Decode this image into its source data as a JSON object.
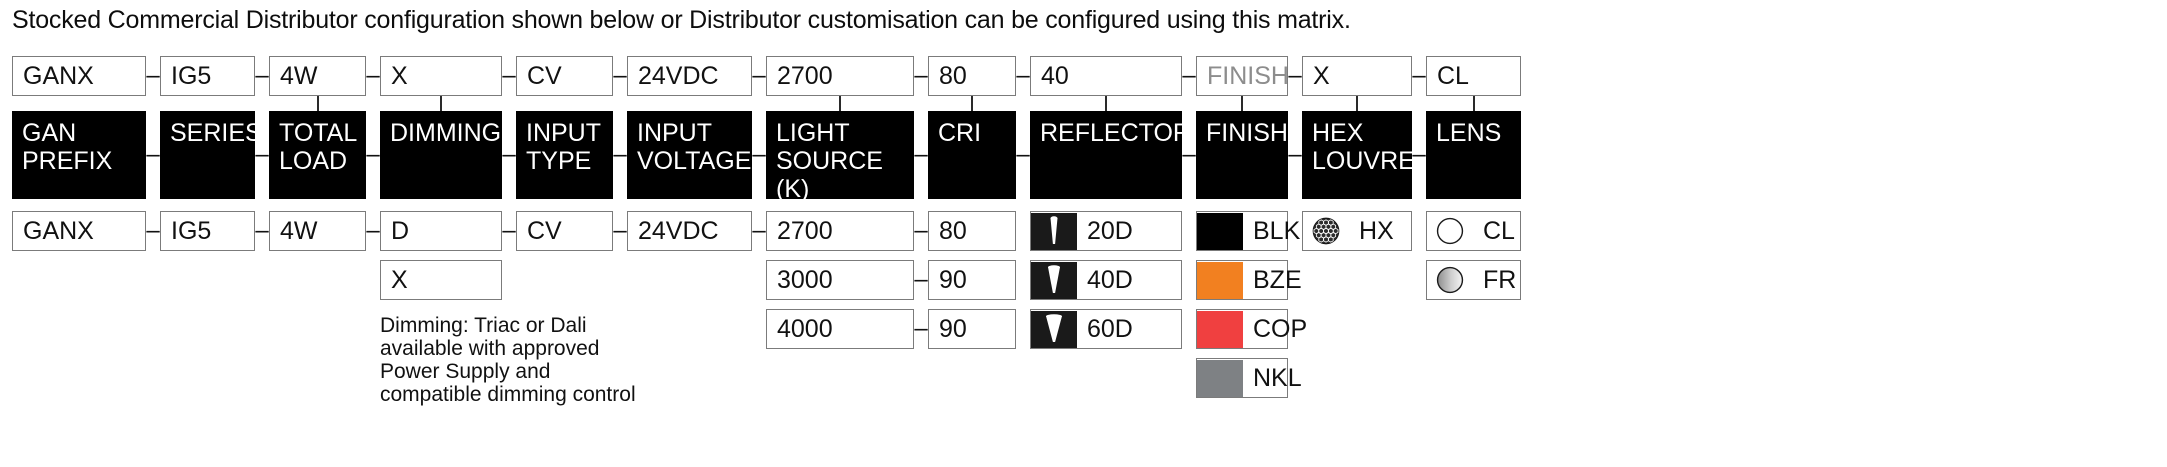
{
  "intro": "Stocked Commercial Distributor configuration shown below or Distributor customisation can be configured using this matrix.",
  "separator": "–",
  "colors": {
    "BLK": "#000000",
    "BZE": "#F28020",
    "COP": "#F04040",
    "NKL": "#7E8184",
    "header_bg": "#000000",
    "box_border": "#7B7B7B",
    "muted_text": "#8D8D8D"
  },
  "columns": [
    {
      "key": "gan_prefix",
      "selected": "GANX",
      "selected_muted": false,
      "header": "GAN\nPREFIX",
      "connector": false,
      "options": [
        {
          "label": "GANX",
          "icon": null
        }
      ]
    },
    {
      "key": "series",
      "selected": "IG5",
      "selected_muted": false,
      "header": "SERIES",
      "connector": false,
      "options": [
        {
          "label": "IG5",
          "icon": null
        }
      ]
    },
    {
      "key": "total_load",
      "selected": "4W",
      "selected_muted": false,
      "header": "TOTAL\nLOAD",
      "connector": true,
      "options": [
        {
          "label": "4W",
          "icon": null
        }
      ]
    },
    {
      "key": "dimming",
      "selected": "X",
      "selected_muted": false,
      "header": "DIMMING",
      "connector": true,
      "options": [
        {
          "label": "D",
          "icon": null
        },
        {
          "label": "X",
          "icon": null
        }
      ],
      "note": "Dimming: Triac or Dali\navailable with approved\nPower Supply and\ncompatible dimming control"
    },
    {
      "key": "input_type",
      "selected": "CV",
      "selected_muted": false,
      "header": "INPUT\nTYPE",
      "connector": false,
      "options": [
        {
          "label": "CV",
          "icon": null
        }
      ]
    },
    {
      "key": "input_voltage",
      "selected": "24VDC",
      "selected_muted": false,
      "header": "INPUT\nVOLTAGE",
      "connector": false,
      "options": [
        {
          "label": "24VDC",
          "icon": null
        }
      ]
    },
    {
      "key": "light_source",
      "selected": "2700",
      "selected_muted": false,
      "header": "LIGHT\nSOURCE (K)",
      "connector": true,
      "options": [
        {
          "label": "2700",
          "icon": null
        },
        {
          "label": "3000",
          "icon": null
        },
        {
          "label": "4000",
          "icon": null
        }
      ]
    },
    {
      "key": "cri",
      "selected": "80",
      "selected_muted": false,
      "header": "CRI",
      "connector": true,
      "options": [
        {
          "label": "80",
          "icon": null
        },
        {
          "label": "90",
          "icon": null
        },
        {
          "label": "90",
          "icon": null
        }
      ]
    },
    {
      "key": "reflector",
      "selected": "40",
      "selected_muted": false,
      "header": "REFLECTOR",
      "connector": true,
      "options": [
        {
          "label": "20D",
          "icon": "beam-cone-narrow"
        },
        {
          "label": "40D",
          "icon": "beam-cone-medium"
        },
        {
          "label": "60D",
          "icon": "beam-cone-wide"
        }
      ]
    },
    {
      "key": "finish",
      "selected": "FINISH",
      "selected_muted": true,
      "header": "FINISH",
      "connector": true,
      "options": [
        {
          "label": "BLK",
          "icon": "swatch",
          "swatch": "#000000"
        },
        {
          "label": "BZE",
          "icon": "swatch",
          "swatch": "#F28020"
        },
        {
          "label": "COP",
          "icon": "swatch",
          "swatch": "#F04040"
        },
        {
          "label": "NKL",
          "icon": "swatch",
          "swatch": "#7E8184"
        }
      ]
    },
    {
      "key": "hex_louvre",
      "selected": "X",
      "selected_muted": false,
      "header": "HEX\nLOUVRE",
      "connector": true,
      "options": [
        {
          "label": "HX",
          "icon": "honeycomb"
        }
      ]
    },
    {
      "key": "lens",
      "selected": "CL",
      "selected_muted": false,
      "header": "LENS",
      "connector": true,
      "options": [
        {
          "label": "CL",
          "icon": "lens-clear"
        },
        {
          "label": "FR",
          "icon": "lens-frosted"
        }
      ]
    }
  ]
}
